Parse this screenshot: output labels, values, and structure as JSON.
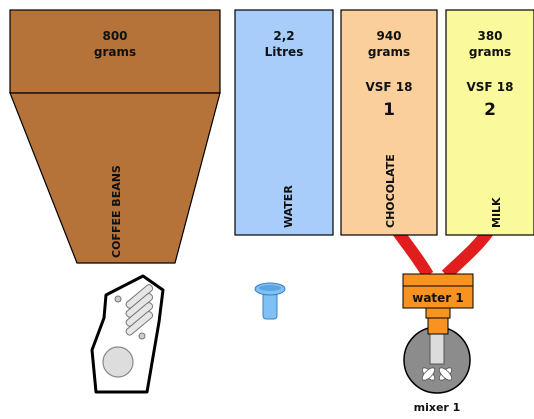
{
  "coffee": {
    "amount": "800",
    "unit": "grams",
    "label": "COFFEE BEANS",
    "color": "#b5733a"
  },
  "water": {
    "amount": "2,2",
    "unit": "Litres",
    "label": "WATER",
    "color": "#a8cdfa"
  },
  "chocolate": {
    "amount": "940",
    "unit": "grams",
    "vsf": "VSF 18",
    "number": "1",
    "label": "CHOCOLATE",
    "color": "#fbcf9b"
  },
  "milk": {
    "amount": "380",
    "unit": "grams",
    "vsf": "VSF 18",
    "number": "2",
    "label": "MILK",
    "color": "#fafa9c"
  },
  "tube_color": "#e01e1e",
  "water_box": {
    "label": "water 1",
    "color": "#f7931e"
  },
  "mixer": {
    "label": "mixer 1",
    "color": "#8c8c8c"
  },
  "grinder": {
    "icon": "coffee-grinder-icon"
  },
  "cup": {
    "icon": "water-cup-icon",
    "color": "#7fc0f5"
  }
}
